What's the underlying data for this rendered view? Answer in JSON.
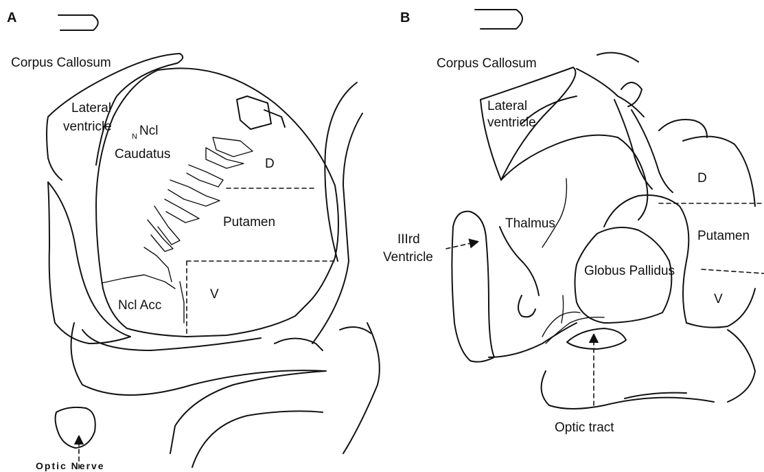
{
  "panels": {
    "a": {
      "letter": "A",
      "corpus_callosum": "Corpus Callosum",
      "lateral_ventricle_1": "Lateral",
      "lateral_ventricle_2": "ventricle",
      "ncl_prefix": "N",
      "ncl": "Ncl",
      "caudatus": "Caudatus",
      "d": "D",
      "putamen": "Putamen",
      "v": "V",
      "ncl_acc": "Ncl Acc",
      "optic_nerve": "Optic Nerve"
    },
    "b": {
      "letter": "B",
      "corpus_callosum": "Corpus Callosum",
      "lateral_ventricle_1": "Lateral",
      "lateral_ventricle_2": "ventricle",
      "third_ventricle_1": "IIIrd",
      "third_ventricle_2": "Ventricle",
      "thalmus": "Thalmus",
      "d": "D",
      "putamen": "Putamen",
      "globus_pallidus": "Globus Pallidus",
      "v": "V",
      "optic_tract": "Optic tract"
    }
  }
}
